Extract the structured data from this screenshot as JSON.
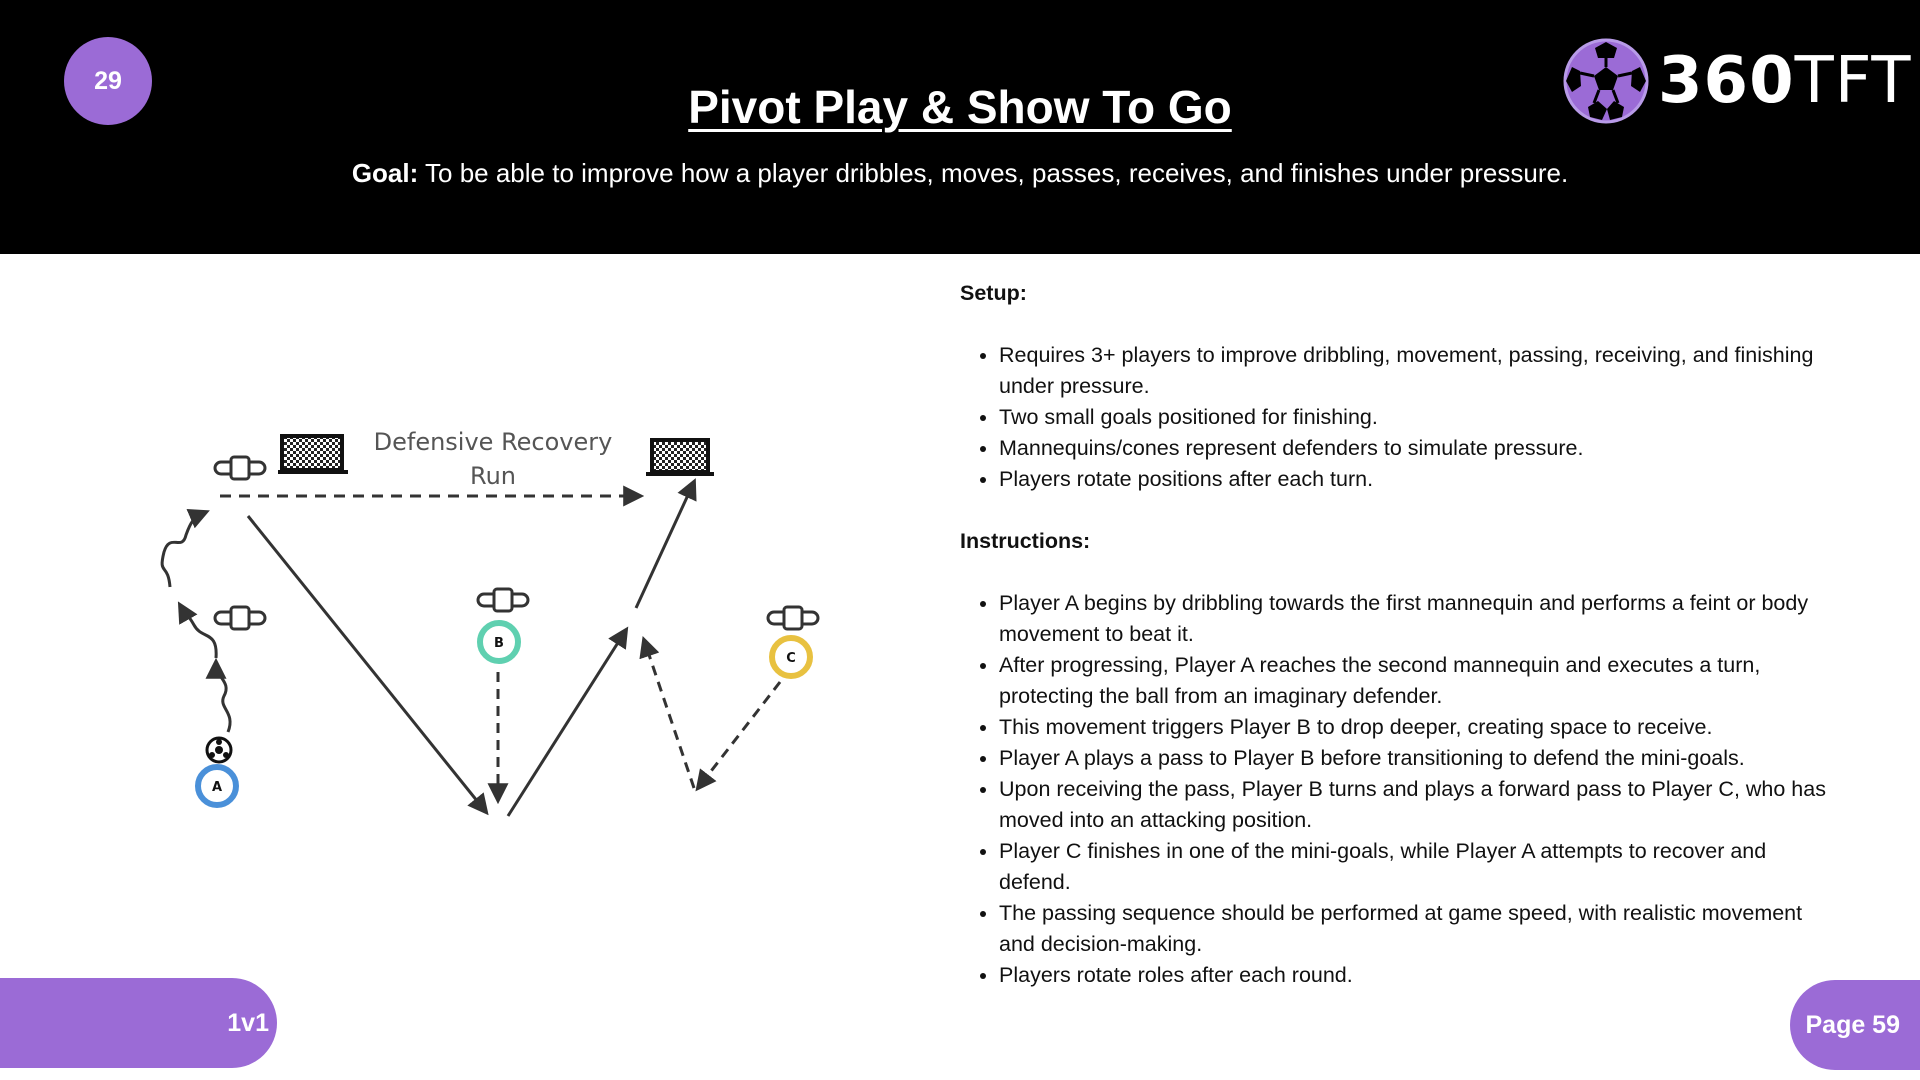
{
  "header": {
    "page_number": "29",
    "title": "Pivot Play & Show To Go",
    "goal_label": "Goal:",
    "goal_text": " To be able to improve how a player dribbles, moves, passes, receives, and finishes under pressure."
  },
  "logo": {
    "text_bold": "360",
    "text_light": "TFT",
    "icon": "soccer-ball-icon"
  },
  "diagram": {
    "run_label_line1": "Defensive Recovery",
    "run_label_line2": "Run",
    "players": [
      "A",
      "B",
      "C"
    ],
    "colors": {
      "A": "#4A90D9",
      "B": "#5FD0B0",
      "C": "#E8C140"
    }
  },
  "setup": {
    "title": "Setup:",
    "items": [
      "Requires 3+ players to improve dribbling, movement, passing, receiving, and finishing under pressure.",
      "Two small goals positioned for finishing.",
      "Mannequins/cones represent defenders to simulate pressure.",
      "Players rotate positions after each turn."
    ]
  },
  "instructions": {
    "title": "Instructions:",
    "items": [
      "Player A begins by dribbling towards the first mannequin and performs a feint or body movement to beat it.",
      "After progressing, Player A reaches the second mannequin and executes a turn, protecting the ball from an imaginary defender.",
      "This movement triggers Player B to drop deeper, creating space to receive.",
      "Player A plays a pass to Player B before transitioning to defend the mini-goals.",
      "Upon receiving the pass, Player B turns and plays a forward pass to Player C, who has moved into an attacking position.",
      "Player C finishes in one of the mini-goals, while Player A attempts to recover and defend.",
      "The passing sequence should be performed at game speed, with realistic movement and decision-making.",
      "Players rotate roles after each round."
    ]
  },
  "footer": {
    "left_label": "1v1",
    "right_label": "Page 59"
  },
  "colors": {
    "accent": "#9B6BD6",
    "header_bg": "#000000"
  }
}
